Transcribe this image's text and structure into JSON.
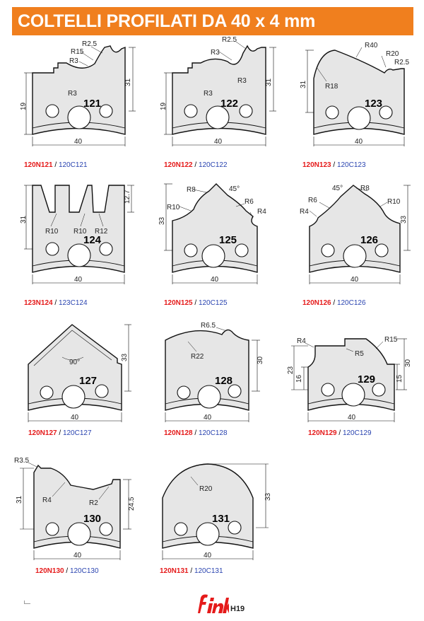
{
  "header": {
    "title": "COLTELLI PROFILATI DA 40 x 4 mm"
  },
  "knives": [
    {
      "number": "121",
      "code_red": "120N121",
      "code_blue": "120C121",
      "dims": [
        "R2.5",
        "R15",
        "R3",
        "R3",
        "19",
        "31",
        "40"
      ]
    },
    {
      "number": "122",
      "code_red": "120N122",
      "code_blue": "120C122",
      "dims": [
        "R2.5",
        "R3",
        "R3",
        "R3",
        "19",
        "31",
        "40"
      ]
    },
    {
      "number": "123",
      "code_red": "120N123",
      "code_blue": "120C123",
      "dims": [
        "R40",
        "R20",
        "R2.5",
        "R18",
        "31",
        "40"
      ]
    },
    {
      "number": "124",
      "code_red": "123N124",
      "code_blue": "123C124",
      "dims": [
        "R10",
        "R10",
        "R12",
        "31",
        "12.7",
        "40"
      ]
    },
    {
      "number": "125",
      "code_red": "120N125",
      "code_blue": "120C125",
      "dims": [
        "R8",
        "45°",
        "R6",
        "R10",
        "R4",
        "33",
        "40"
      ]
    },
    {
      "number": "126",
      "code_red": "120N126",
      "code_blue": "120C126",
      "dims": [
        "45°",
        "R8",
        "R6",
        "R10",
        "R4",
        "33",
        "40"
      ]
    },
    {
      "number": "127",
      "code_red": "120N127",
      "code_blue": "120C127",
      "dims": [
        "90°",
        "33",
        "40"
      ]
    },
    {
      "number": "128",
      "code_red": "120N128",
      "code_blue": "120C128",
      "dims": [
        "R6.5",
        "R22",
        "30",
        "40"
      ]
    },
    {
      "number": "129",
      "code_red": "120N129",
      "code_blue": "120C129",
      "dims": [
        "R4",
        "R15",
        "R5",
        "23",
        "16",
        "30",
        "15",
        "40"
      ]
    },
    {
      "number": "130",
      "code_red": "120N130",
      "code_blue": "120C130",
      "dims": [
        "R3.5",
        "R4",
        "R2",
        "31",
        "24.5",
        "40"
      ]
    },
    {
      "number": "131",
      "code_red": "120N131",
      "code_blue": "120C131",
      "dims": [
        "R20",
        "33",
        "40"
      ]
    }
  ],
  "footer": {
    "brand": "fink",
    "page_code": "H19"
  },
  "colors": {
    "banner": "#f07f1e",
    "code_red": "#e51a1a",
    "code_blue": "#2a44b0",
    "blade_fill": "#e6e6e6"
  }
}
